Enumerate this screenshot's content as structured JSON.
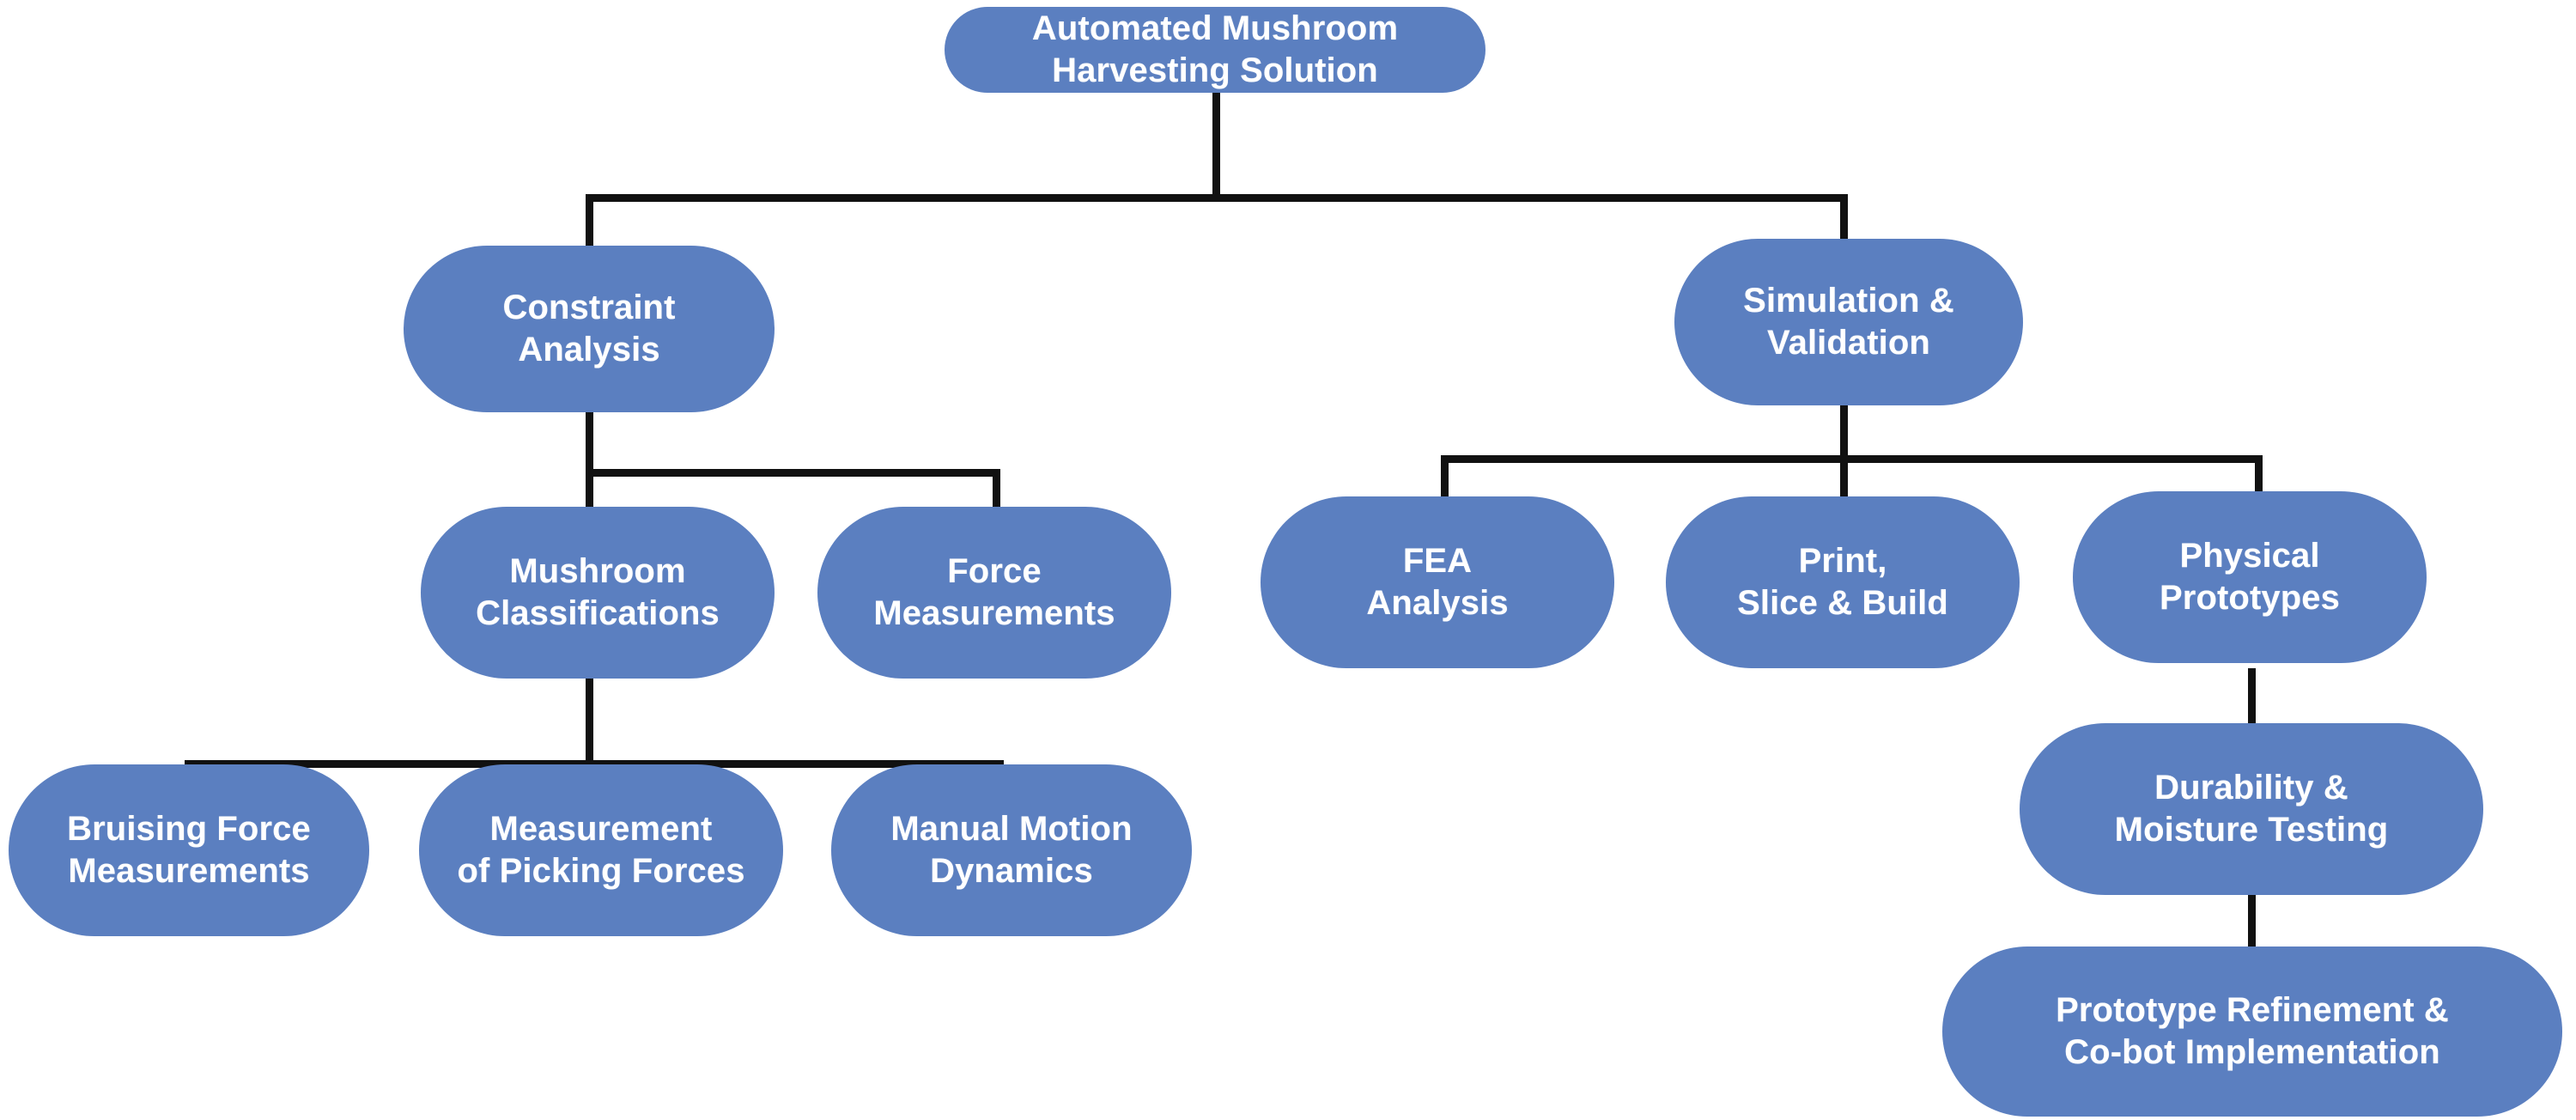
{
  "diagram": {
    "type": "tree",
    "title": "Automated Mushroom Harvesting Solution",
    "orientation": "top-down",
    "node_fill": "#5b7fc0",
    "node_text_color": "#ffffff",
    "connector_color": "#111111",
    "background": "#ffffff",
    "nodes": {
      "root": "Automated Mushroom\nHarvesting Solution",
      "constraint_analysis": "Constraint\nAnalysis",
      "simulation_validation": "Simulation &\nValidation",
      "mushroom_classifications": "Mushroom\nClassifications",
      "force_measurements": "Force\nMeasurements",
      "fea_analysis": "FEA\nAnalysis",
      "print_slice_build": "Print,\nSlice & Build",
      "physical_prototypes": "Physical\nPrototypes",
      "bruising_force_measurements": "Bruising Force\nMeasurements",
      "measurement_picking_forces": "Measurement\nof Picking Forces",
      "manual_motion_dynamics": "Manual Motion\nDynamics",
      "durability_moisture_testing": "Durability &\nMoisture Testing",
      "prototype_refinement": "Prototype Refinement &\nCo-bot Implementation"
    },
    "edges": [
      {
        "from": "root",
        "to": "constraint_analysis"
      },
      {
        "from": "root",
        "to": "simulation_validation"
      },
      {
        "from": "constraint_analysis",
        "to": "mushroom_classifications"
      },
      {
        "from": "constraint_analysis",
        "to": "force_measurements"
      },
      {
        "from": "mushroom_classifications",
        "to": "bruising_force_measurements"
      },
      {
        "from": "mushroom_classifications",
        "to": "measurement_picking_forces"
      },
      {
        "from": "mushroom_classifications",
        "to": "manual_motion_dynamics"
      },
      {
        "from": "simulation_validation",
        "to": "fea_analysis"
      },
      {
        "from": "simulation_validation",
        "to": "print_slice_build"
      },
      {
        "from": "simulation_validation",
        "to": "physical_prototypes"
      },
      {
        "from": "physical_prototypes",
        "to": "durability_moisture_testing"
      },
      {
        "from": "durability_moisture_testing",
        "to": "prototype_refinement"
      }
    ]
  }
}
